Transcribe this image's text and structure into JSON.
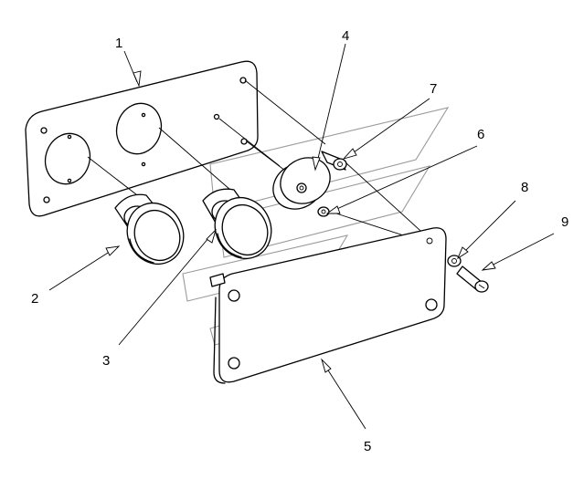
{
  "callouts": {
    "c1": "1",
    "c2": "2",
    "c3": "3",
    "c4": "4",
    "c5": "5",
    "c6": "6",
    "c7": "7",
    "c8": "8",
    "c9": "9"
  },
  "colors": {
    "ink": "#000000",
    "background": "#ffffff",
    "watermark": "#9a9a9a"
  }
}
